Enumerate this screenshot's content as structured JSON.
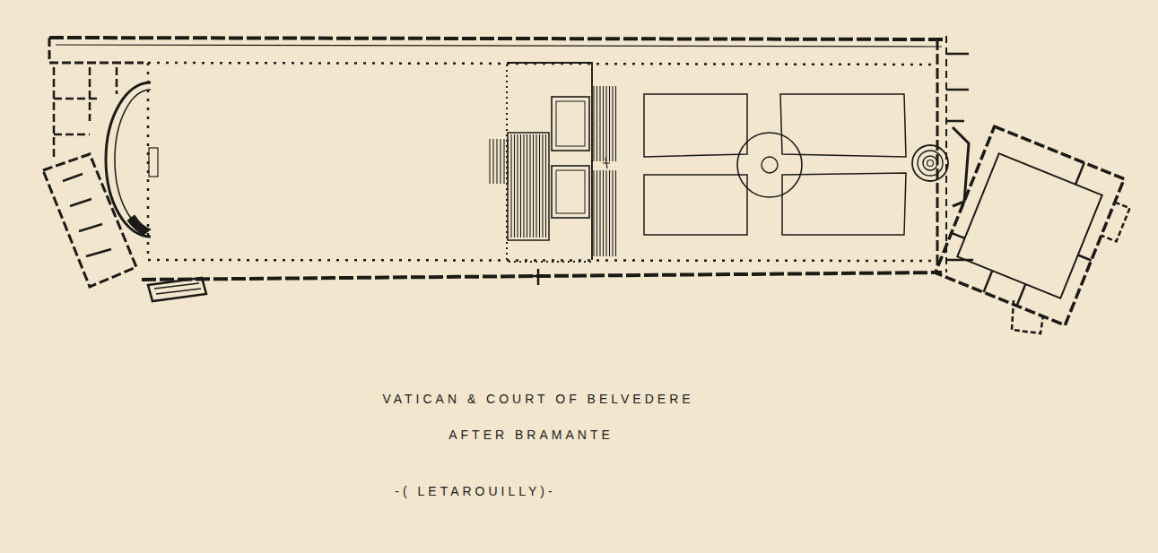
{
  "diagram": {
    "title": "VATICAN & COURT OF BELVEDERE",
    "labels": [
      "AFTER BRAMANTE",
      "-( LETAROUILLY)-"
    ]
  }
}
